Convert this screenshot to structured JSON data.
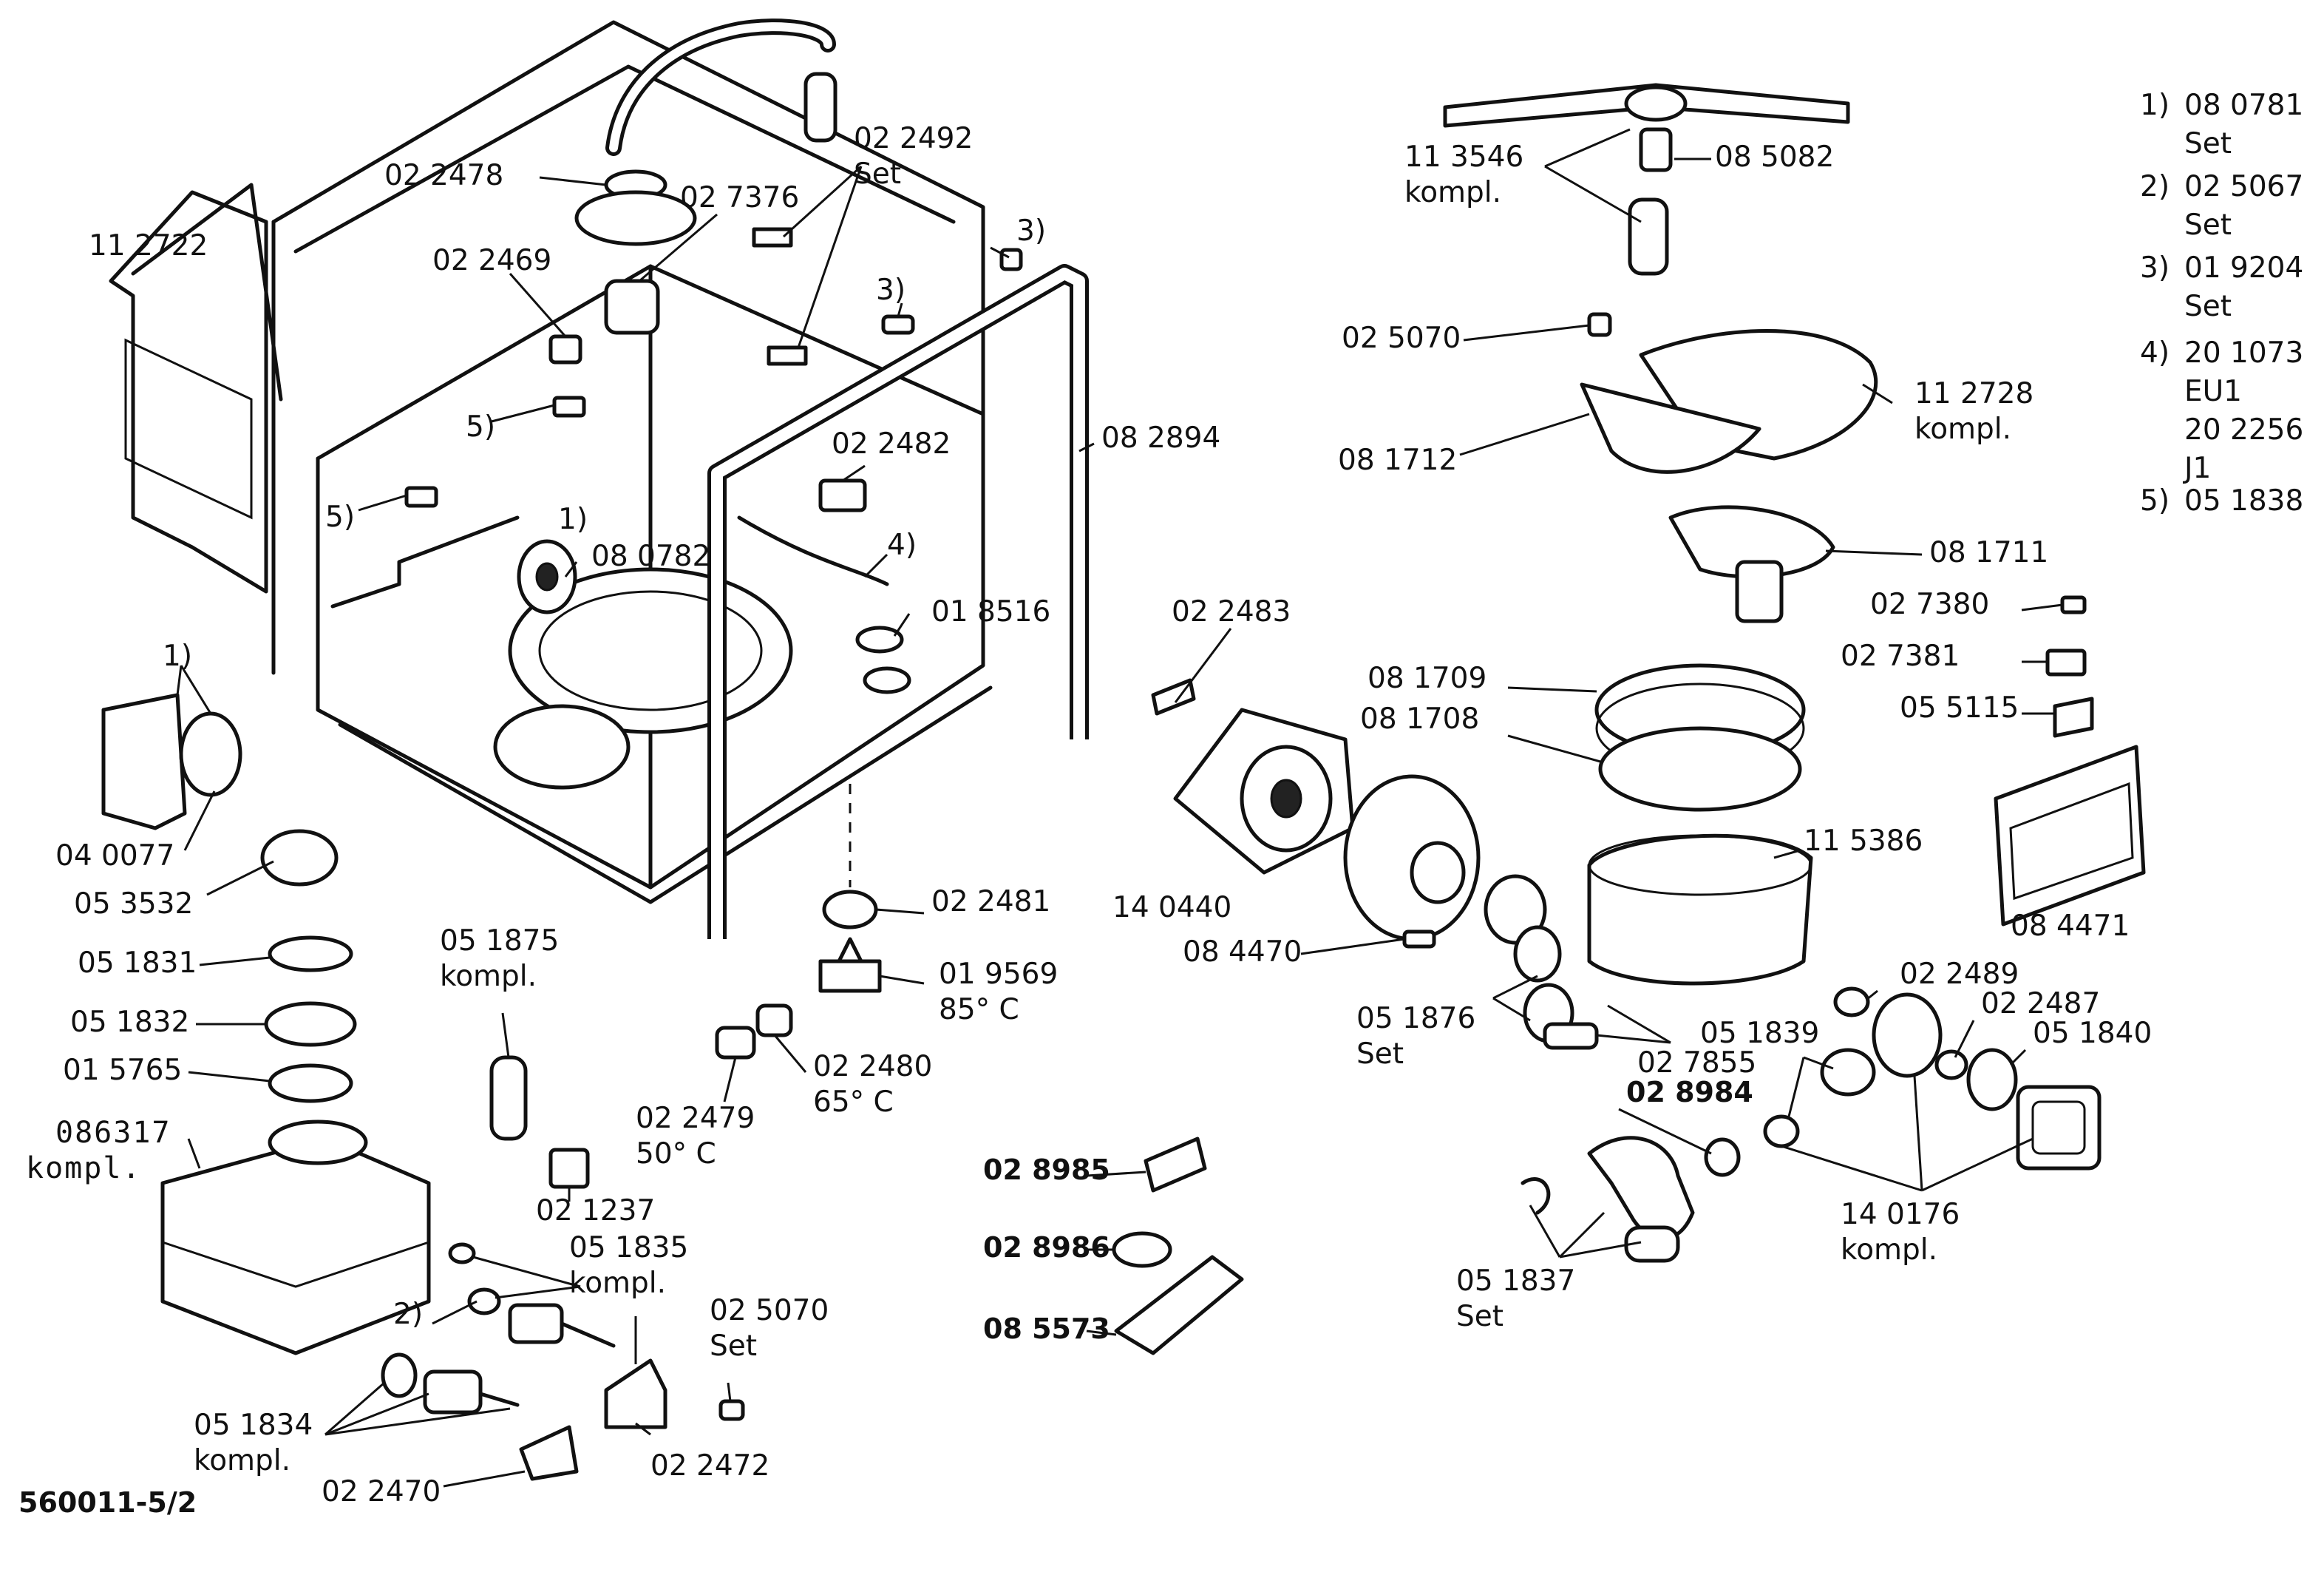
{
  "diagram_code": "560011-5/2",
  "legend": [
    {
      "num": "1)",
      "lines": [
        "08 0781",
        "Set"
      ]
    },
    {
      "num": "2)",
      "lines": [
        "02 5067",
        "Set"
      ]
    },
    {
      "num": "3)",
      "lines": [
        "01 9204",
        "Set"
      ]
    },
    {
      "num": "4)",
      "lines": [
        "20 1073",
        "EU1",
        "20 2256",
        "J1"
      ]
    },
    {
      "num": "5)",
      "lines": [
        "05 1838"
      ]
    }
  ],
  "labels": [
    {
      "id": "112722",
      "lines": [
        "11 2722"
      ]
    },
    {
      "id": "022478",
      "lines": [
        "02 2478"
      ]
    },
    {
      "id": "022469",
      "lines": [
        "02 2469"
      ]
    },
    {
      "id": "027376",
      "lines": [
        "02 7376"
      ]
    },
    {
      "id": "022492",
      "lines": [
        "02 2492",
        "Set"
      ]
    },
    {
      "id": "ref3a",
      "lines": [
        "3)"
      ]
    },
    {
      "id": "ref3b",
      "lines": [
        "3)"
      ]
    },
    {
      "id": "ref5a",
      "lines": [
        "5)"
      ]
    },
    {
      "id": "ref5b",
      "lines": [
        "5)"
      ]
    },
    {
      "id": "082894",
      "lines": [
        "08 2894"
      ]
    },
    {
      "id": "022482",
      "lines": [
        "02 2482"
      ]
    },
    {
      "id": "ref1a",
      "lines": [
        "1)"
      ]
    },
    {
      "id": "080782",
      "lines": [
        "08 0782"
      ]
    },
    {
      "id": "ref4",
      "lines": [
        "4)"
      ]
    },
    {
      "id": "018516",
      "lines": [
        "01 8516"
      ]
    },
    {
      "id": "ref1b",
      "lines": [
        "1)"
      ]
    },
    {
      "id": "040077",
      "lines": [
        "04 0077"
      ]
    },
    {
      "id": "053532",
      "lines": [
        "05 3532"
      ]
    },
    {
      "id": "051831",
      "lines": [
        "05 1831"
      ]
    },
    {
      "id": "051832",
      "lines": [
        "05 1832"
      ]
    },
    {
      "id": "015765",
      "lines": [
        "01 5765"
      ]
    },
    {
      "id": "051875",
      "lines": [
        "05 1875",
        "kompl."
      ]
    },
    {
      "id": "022481",
      "lines": [
        "02 2481"
      ]
    },
    {
      "id": "019569",
      "lines": [
        "01 9569",
        "85° C"
      ]
    },
    {
      "id": "022480",
      "lines": [
        "02 2480",
        "65° C"
      ]
    },
    {
      "id": "022479",
      "lines": [
        "02 2479",
        "50° C"
      ]
    },
    {
      "id": "021237",
      "lines": [
        "02 1237"
      ]
    },
    {
      "id": "051835",
      "lines": [
        "05 1835",
        "kompl."
      ]
    },
    {
      "id": "ref2",
      "lines": [
        "2)"
      ]
    },
    {
      "id": "025070b",
      "lines": [
        "02 5070",
        "Set"
      ]
    },
    {
      "id": "051834",
      "lines": [
        "05 1834",
        "kompl."
      ]
    },
    {
      "id": "022472",
      "lines": [
        "02 2472"
      ]
    },
    {
      "id": "022470",
      "lines": [
        "02 2470"
      ]
    },
    {
      "id": "022483",
      "lines": [
        "02 2483"
      ]
    },
    {
      "id": "140440",
      "lines": [
        "14 0440"
      ]
    },
    {
      "id": "084470",
      "lines": [
        "08 4470"
      ]
    },
    {
      "id": "113546",
      "lines": [
        "11 3546",
        "kompl."
      ]
    },
    {
      "id": "085082",
      "lines": [
        "08 5082"
      ]
    },
    {
      "id": "025070a",
      "lines": [
        "02 5070"
      ]
    },
    {
      "id": "112728",
      "lines": [
        "11 2728",
        "kompl."
      ]
    },
    {
      "id": "081712",
      "lines": [
        "08 1712"
      ]
    },
    {
      "id": "081711",
      "lines": [
        "08 1711"
      ]
    },
    {
      "id": "027380",
      "lines": [
        "02 7380"
      ]
    },
    {
      "id": "027381",
      "lines": [
        "02 7381"
      ]
    },
    {
      "id": "055115",
      "lines": [
        "05 5115"
      ]
    },
    {
      "id": "081709",
      "lines": [
        "08 1709"
      ]
    },
    {
      "id": "081708",
      "lines": [
        "08 1708"
      ]
    },
    {
      "id": "115386",
      "lines": [
        "11 5386"
      ]
    },
    {
      "id": "084471",
      "lines": [
        "08 4471"
      ]
    },
    {
      "id": "051876",
      "lines": [
        "05 1876",
        "Set"
      ]
    },
    {
      "id": "022489",
      "lines": [
        "02 2489"
      ]
    },
    {
      "id": "022487",
      "lines": [
        "02 2487"
      ]
    },
    {
      "id": "051839",
      "lines": [
        "05 1839"
      ]
    },
    {
      "id": "051840",
      "lines": [
        "05 1840"
      ]
    },
    {
      "id": "027855",
      "lines": [
        "02 7855"
      ]
    },
    {
      "id": "140176",
      "lines": [
        "14 0176",
        "kompl."
      ]
    },
    {
      "id": "051837",
      "lines": [
        "05 1837",
        "Set"
      ]
    }
  ],
  "bold_labels": [
    {
      "id": "028984",
      "lines": [
        "02 8984"
      ]
    },
    {
      "id": "028985",
      "lines": [
        "02 8985"
      ]
    },
    {
      "id": "028986",
      "lines": [
        "02 8986"
      ]
    },
    {
      "id": "085573",
      "lines": [
        "08 5573"
      ]
    }
  ],
  "mono_labels": [
    {
      "id": "086317",
      "lines": [
        "086317",
        "kompl."
      ]
    }
  ]
}
